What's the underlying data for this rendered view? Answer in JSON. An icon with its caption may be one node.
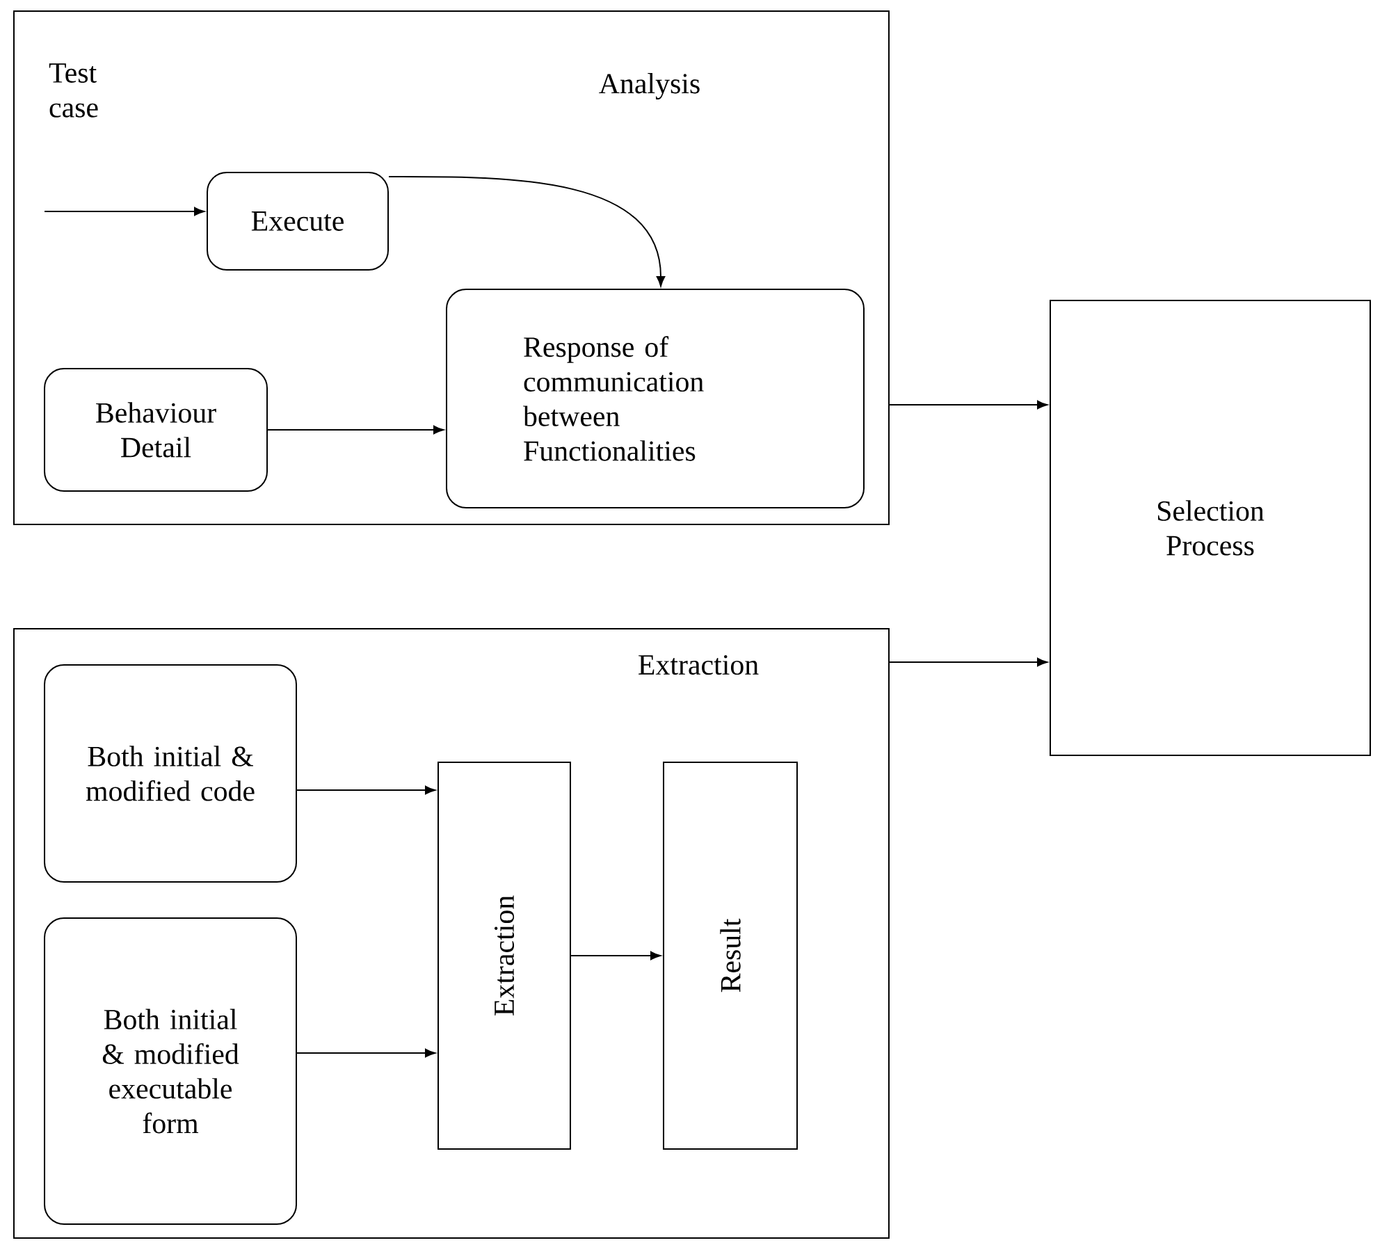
{
  "diagram": {
    "nodes": [
      {
        "text": [
          "Analysis"
        ]
      },
      {
        "text": [
          "Execute"
        ],
        "in": 0
      },
      {
        "text": [
          "Response of communication between Functionalities"
        ],
        "in": 0
      },
      {
        "text": [
          "Behaviour Detail"
        ],
        "in": 0
      },
      {
        "text": [
          "Selection Process"
        ]
      },
      {
        "text": [
          "Extraction"
        ]
      },
      {
        "text": [
          "Both initial & modified code"
        ],
        "in": 5
      },
      {
        "text": [
          "Both initial & modified executable form"
        ],
        "in": 5
      },
      {
        "text": [
          "Extraction"
        ],
        "in": 5
      },
      {
        "text": [
          "Result"
        ],
        "in": 5
      }
    ],
    "edges": [
      {
        "from": null,
        "to": 1,
        "arrow": "to",
        "label": "Test case"
      },
      {
        "from": 1,
        "to": 2,
        "arrow": "to"
      },
      {
        "from": 3,
        "to": 2,
        "arrow": "to"
      },
      {
        "from": 0,
        "to": 4,
        "arrow": "to"
      },
      {
        "from": 5,
        "to": 4,
        "arrow": "to"
      },
      {
        "from": 6,
        "to": 8,
        "arrow": "to"
      },
      {
        "from": 7,
        "to": 8,
        "arrow": "to"
      },
      {
        "from": 8,
        "to": 9,
        "arrow": "to"
      }
    ]
  }
}
